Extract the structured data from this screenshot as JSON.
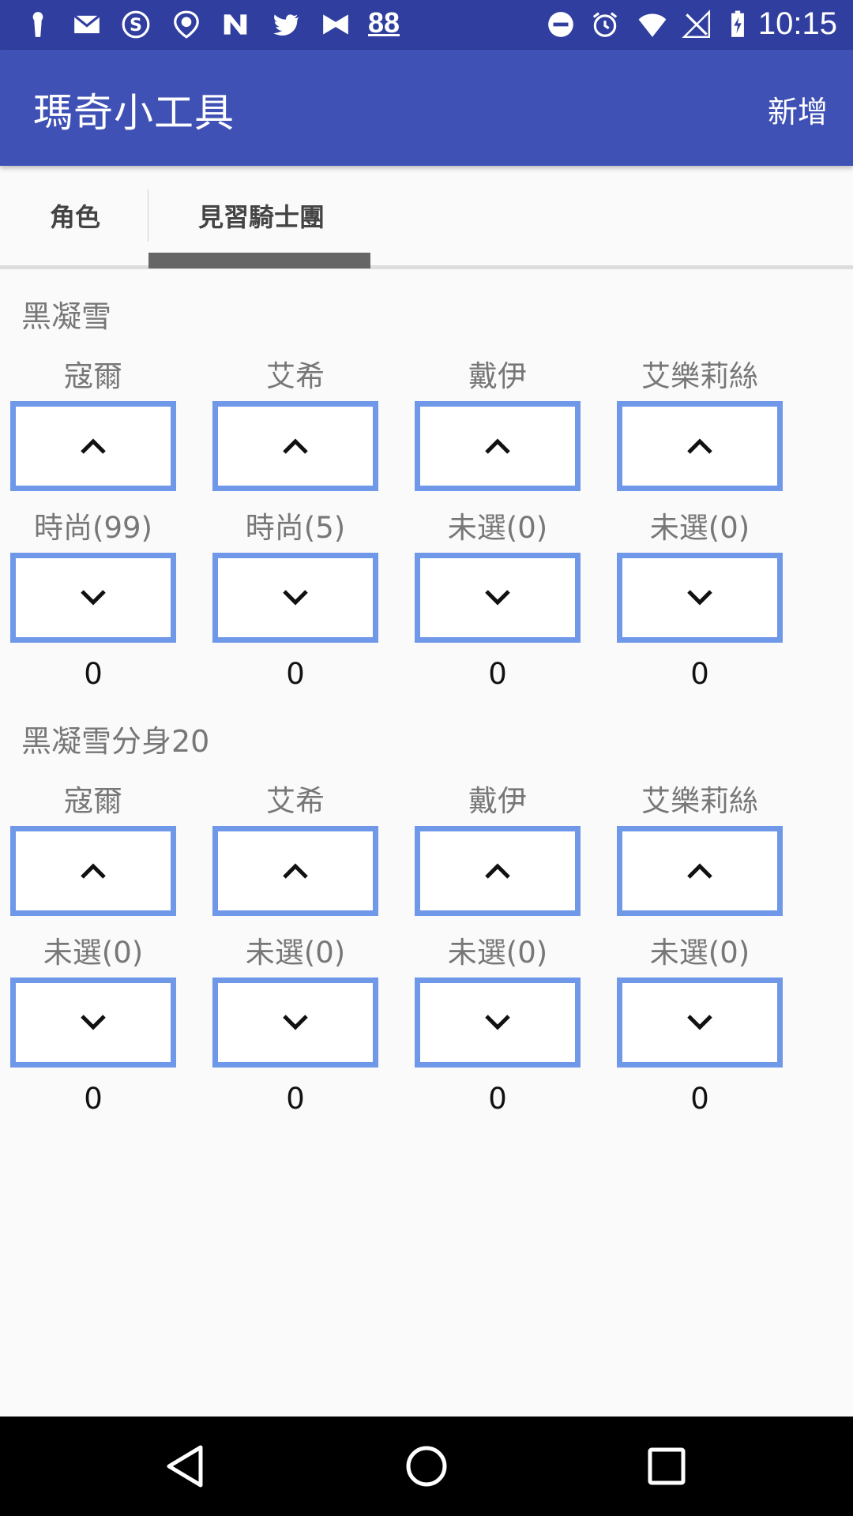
{
  "status_bar": {
    "icons": [
      "keyhole-icon",
      "gmail-icon",
      "dollar-app-icon",
      "map-pin-icon",
      "n-app-icon",
      "twitter-icon",
      "bowtie-app-icon"
    ],
    "count_badge": "88",
    "right_icons": [
      "dnd-icon",
      "alarm-icon",
      "wifi-icon",
      "no-signal-icon",
      "battery-charging-icon"
    ],
    "time": "10:15"
  },
  "app_bar": {
    "title": "瑪奇小工具",
    "action": "新增"
  },
  "tabs": {
    "items": [
      {
        "label": "角色"
      },
      {
        "label": "見習騎士團"
      }
    ],
    "selected": 1
  },
  "sections": [
    {
      "title": "黑凝雪",
      "columns": [
        {
          "name": "寇爾",
          "status": "時尚(99)",
          "count": "0"
        },
        {
          "name": "艾希",
          "status": "時尚(5)",
          "count": "0"
        },
        {
          "name": "戴伊",
          "status": "未選(0)",
          "count": "0"
        },
        {
          "name": "艾樂莉絲",
          "status": "未選(0)",
          "count": "0"
        }
      ]
    },
    {
      "title": "黑凝雪分身20",
      "columns": [
        {
          "name": "寇爾",
          "status": "未選(0)",
          "count": "0"
        },
        {
          "name": "艾希",
          "status": "未選(0)",
          "count": "0"
        },
        {
          "name": "戴伊",
          "status": "未選(0)",
          "count": "0"
        },
        {
          "name": "艾樂莉絲",
          "status": "未選(0)",
          "count": "0"
        }
      ]
    }
  ],
  "nav_bar": {
    "buttons": [
      "back-icon",
      "home-icon",
      "recents-icon"
    ]
  },
  "colors": {
    "status_bar": "#303f9f",
    "app_bar": "#3f51b5",
    "button_border": "#6f98e8",
    "background": "#fafafa"
  }
}
